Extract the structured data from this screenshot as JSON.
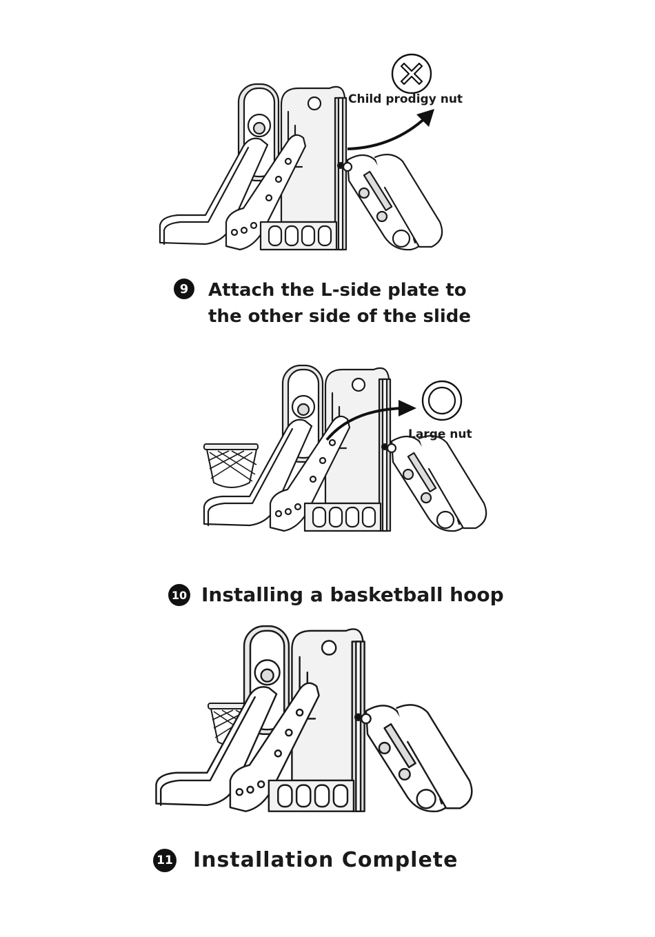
{
  "steps": [
    {
      "number": "9",
      "caption_lines": [
        "Attach the L-side plate to",
        "the other side of the slide"
      ],
      "callout": {
        "label": "Child prodigy nut",
        "icon": "cross-nut-icon"
      }
    },
    {
      "number": "10",
      "caption_lines": [
        "Installing a basketball hoop"
      ],
      "callout": {
        "label": "Large nut",
        "icon": "large-nut-icon"
      }
    },
    {
      "number": "11",
      "caption_lines": [
        "Installation Complete"
      ]
    }
  ]
}
